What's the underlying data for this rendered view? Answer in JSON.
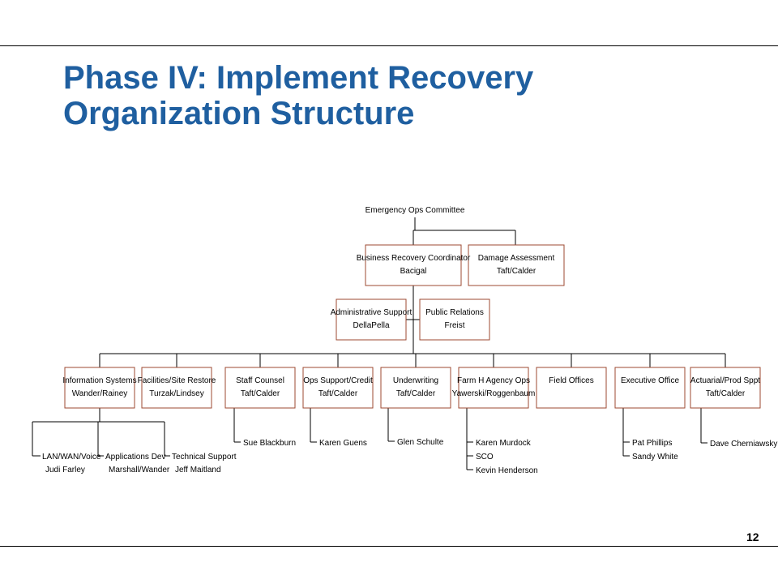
{
  "slide": {
    "title_line1": "Phase IV: Implement Recovery",
    "title_line2": "Organization Structure",
    "page_number": "12"
  },
  "colors": {
    "title": "#1f5fa0",
    "box_border": "#9c4a32",
    "connector": "#000000"
  },
  "org": {
    "top": {
      "label": "Emergency Ops Committee"
    },
    "coordinator": {
      "line1": "Business Recovery Coordinator",
      "line2": "Bacigal"
    },
    "damage": {
      "line1": "Damage Assessment",
      "line2": "Taft/Calder"
    },
    "admin": {
      "line1": "Administrative Support",
      "line2": "DellaPella"
    },
    "pr": {
      "line1": "Public Relations",
      "line2": "Freist"
    },
    "departments": [
      {
        "line1": "Information Systems",
        "line2": "Wander/Rainey"
      },
      {
        "line1": "Facilities/Site Restore",
        "line2": "Turzak/Lindsey"
      },
      {
        "line1": "Staff Counsel",
        "line2": "Taft/Calder"
      },
      {
        "line1": "Ops Support/Credit",
        "line2": "Taft/Calder"
      },
      {
        "line1": "Underwriting",
        "line2": "Taft/Calder"
      },
      {
        "line1": "Farm H Agency Ops",
        "line2": "Yawerski/Roggenbaum"
      },
      {
        "line1": "Field Offices",
        "line2": ""
      },
      {
        "line1": "Executive Office",
        "line2": ""
      },
      {
        "line1": "Actuarial/Prod Sppt",
        "line2": "Taft/Calder"
      }
    ],
    "is_children": [
      {
        "line1": "LAN/WAN/Voice",
        "line2": "Judi Farley"
      },
      {
        "line1": "Applications Dev",
        "line2": "Marshall/Wander"
      },
      {
        "line1": "Technical Support",
        "line2": "Jeff Maitland"
      }
    ],
    "staff_counsel_members": [
      "Sue Blackburn"
    ],
    "ops_support_members": [
      "Karen Guens"
    ],
    "underwriting_members": [
      "Glen Schulte"
    ],
    "farm_agency_members": [
      "Karen Murdock",
      "SCO",
      "Kevin Henderson"
    ],
    "executive_members": [
      "Pat Phillips",
      "Sandy White"
    ],
    "actuarial_members": [
      "Dave Cherniawsky"
    ]
  }
}
